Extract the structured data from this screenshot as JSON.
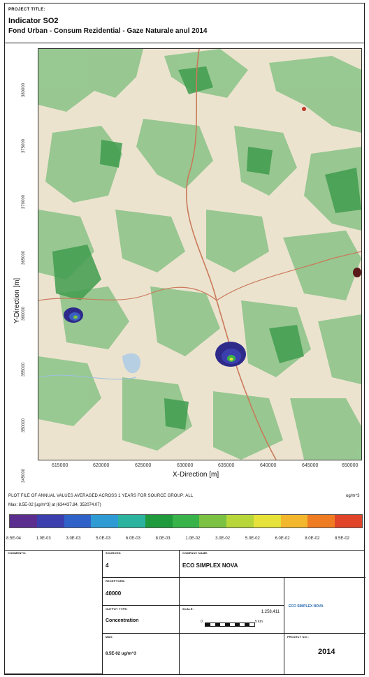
{
  "header": {
    "label": "PROJECT TITLE:",
    "title_line1": "Indicator SO2",
    "title_line2": "Fond Urban - Consum Rezidential - Gaze Naturale anul 2014"
  },
  "axes": {
    "x_label": "X-Direction [m]",
    "y_label": "Y-Direction [m]",
    "x_ticks": [
      "615000",
      "620000",
      "625000",
      "630000",
      "635000",
      "640000",
      "645000",
      "650000"
    ],
    "y_ticks": [
      "380000",
      "375000",
      "370000",
      "365000",
      "360000",
      "355000",
      "350000",
      "345000"
    ]
  },
  "plot_info": {
    "description": "PLOT FILE OF ANNUAL VALUES AVERAGED ACROSS 1 YEARS FOR SOURCE GROUP: ALL",
    "units": "ug/m^3",
    "max_line": "Max: 8.5E-02 [ug/m^3] at (634437.84, 352074.07)"
  },
  "legend": {
    "colors": [
      "#5b2d8e",
      "#3b3fae",
      "#2e62c8",
      "#2f9bd4",
      "#2bb3a0",
      "#1f9a3c",
      "#38b34a",
      "#7cc242",
      "#b7d63a",
      "#e6e23a",
      "#f3b72d",
      "#ef7b22",
      "#e0452a"
    ],
    "labels": [
      "8.5E-04",
      "1.0E-03",
      "3.0E-03",
      "5.0E-03",
      "6.0E-03",
      "8.0E-03",
      "1.0E-02",
      "3.0E-02",
      "5.0E-02",
      "6.0E-02",
      "8.0E-02",
      "8.5E-02"
    ]
  },
  "table": {
    "comments_label": "COMMENTS:",
    "sources_label": "SOURCES:",
    "sources_value": "4",
    "company_label": "COMPANY NAME:",
    "company_value": "ECO SIMPLEX NOVA",
    "receptors_label": "RECEPTORS:",
    "receptors_value": "40000",
    "output_label": "OUTPUT TYPE:",
    "output_value": "Concentration",
    "scale_label": "SCALE:",
    "scale_ratio": "1:258,411",
    "scale_zero": "0",
    "scale_end": "5 km",
    "logo_text": "ECO SIMPLEX NOVA",
    "max_label": "MAX:",
    "max_value": "8.5E-02 ug/m^3",
    "project_no_label": "PROJECT NO.:",
    "project_no_value": "2014"
  }
}
